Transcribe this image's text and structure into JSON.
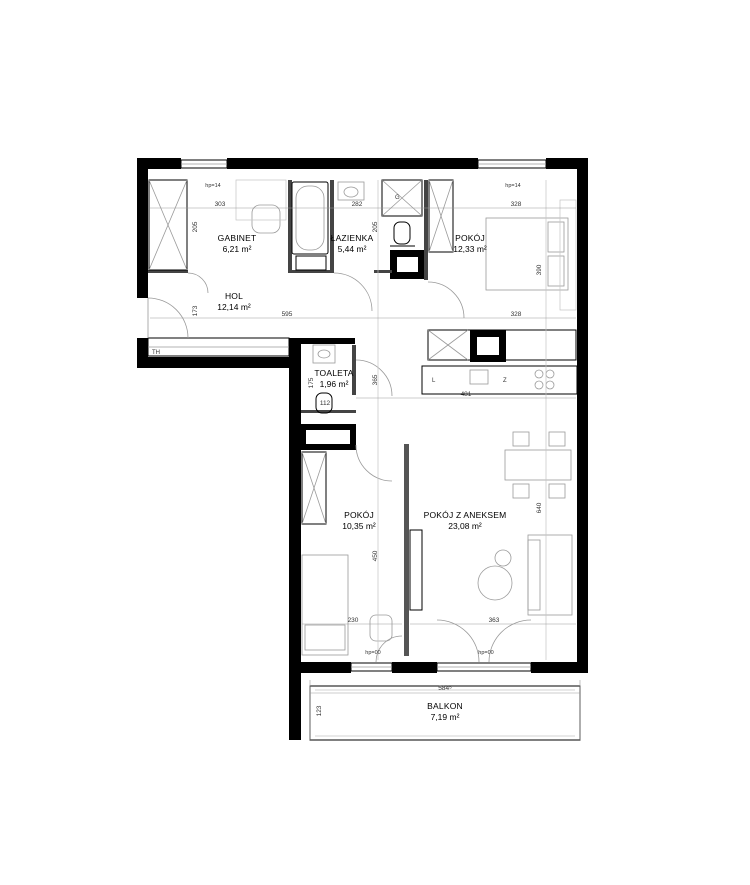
{
  "rooms": {
    "gabinet": {
      "name": "GABINET",
      "area": "6,21 m²"
    },
    "lazienka": {
      "name": "ŁAZIENKA",
      "area": "5,44 m²"
    },
    "pokoj1": {
      "name": "POKÓJ",
      "area": "12,33 m²"
    },
    "hol": {
      "name": "HOL",
      "area": "12,14 m²"
    },
    "toaleta": {
      "name": "TOALETA",
      "area": "1,96 m²"
    },
    "pokoj2": {
      "name": "POKÓJ",
      "area": "10,35 m²"
    },
    "aneks": {
      "name": "POKÓJ Z ANEKSEM",
      "area": "23,08 m²"
    },
    "balkon": {
      "name": "BALKON",
      "area": "7,19 m²"
    }
  },
  "dimensions": {
    "d303": "303",
    "d282": "282",
    "d328a": "328",
    "d205a": "205",
    "d205b": "205",
    "d390": "390",
    "d173": "173",
    "d595": "595",
    "d328b": "328",
    "d175": "175",
    "d365": "365",
    "d112": "112",
    "d481": "481",
    "d640": "640",
    "d450": "450",
    "d230": "230",
    "d363": "363",
    "d584": "584⁵",
    "d123": "123"
  },
  "window_labels": {
    "w1": "hp=14",
    "w2": "hp=14",
    "w3": "hp=00",
    "w4": "hp=00"
  },
  "kitchen_labels": {
    "l": "L",
    "z": "Z"
  },
  "misc_labels": {
    "th": "TH",
    "g": "G"
  }
}
